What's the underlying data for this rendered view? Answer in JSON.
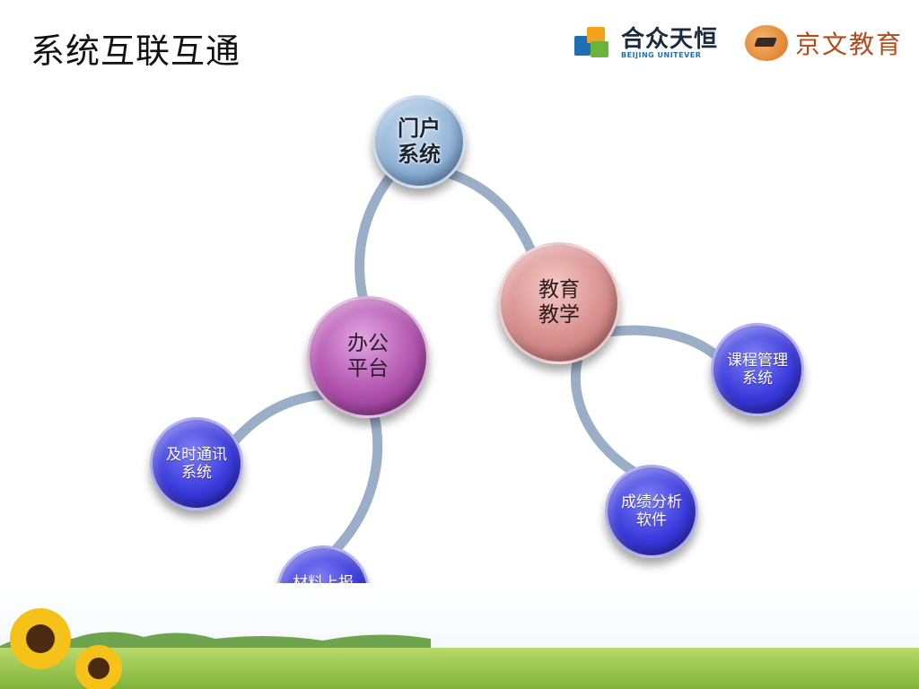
{
  "slide": {
    "title": "系统互联互通"
  },
  "logos": {
    "unitever": {
      "name_cn": "合众天恒",
      "name_en": "BEIJING UNITEVER"
    },
    "edu_logo": {
      "name": "京文教育"
    }
  },
  "nodes": {
    "portal": {
      "label": "门户\n系统"
    },
    "office": {
      "label": "办公\n平台"
    },
    "education": {
      "label": "教育\n教学"
    },
    "instant_messaging": {
      "label": "及时通讯\n系统"
    },
    "material_report": {
      "label": "材料上报\n系统"
    },
    "course_management": {
      "label": "课程管理\n系统"
    },
    "score_analysis": {
      "label": "成绩分析\n软件"
    }
  },
  "colors": {
    "connector": "#9aaec8",
    "portal": "#8fb2d6",
    "office": "#b052ad",
    "education": "#d78e8c",
    "small_node": "#3a3adc"
  }
}
